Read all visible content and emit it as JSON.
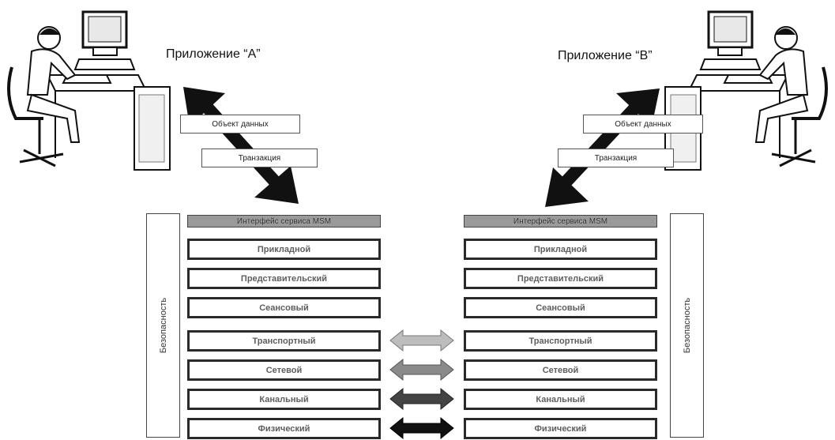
{
  "app_a": {
    "title": "Приложение “А”",
    "data_object": "Объект данных",
    "transaction": "Транзакция"
  },
  "app_b": {
    "title": "Приложение “В”",
    "data_object": "Объект данных",
    "transaction": "Транзакция"
  },
  "stack_left": {
    "msm_interface": "Интерфейс сервиса MSM",
    "security": "Безопасность",
    "layers": [
      "Прикладной",
      "Представительский",
      "Сеансовый",
      "Транспортный",
      "Сетевой",
      "Канальный",
      "Физический"
    ]
  },
  "stack_right": {
    "msm_interface": "Интерфейс сервиса MSM",
    "security": "Безопасность",
    "layers": [
      "Прикладной",
      "Представительский",
      "Сеансовый",
      "Транспортный",
      "Сетевой",
      "Канальный",
      "Физический"
    ]
  },
  "arrow_colors": [
    "#bdbdbd",
    "#8a8a8a",
    "#444444",
    "#111111"
  ]
}
